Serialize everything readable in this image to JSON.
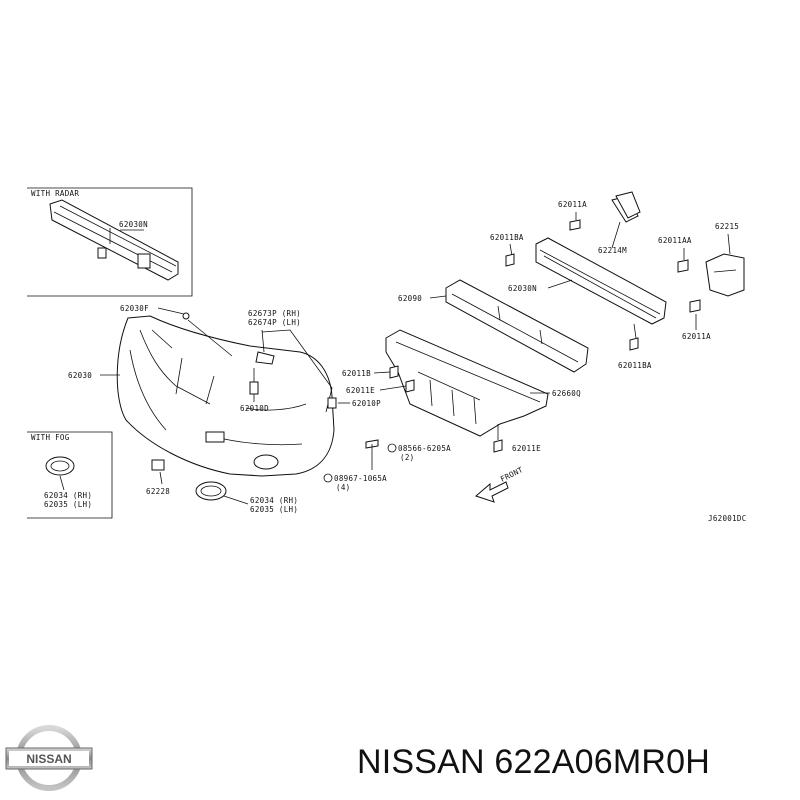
{
  "diagram": {
    "boxes": {
      "with_radar": "WITH RADAR",
      "with_fog": "WITH FOG"
    },
    "labels": {
      "p62030N_inset": "62030N",
      "p62030F": "62030F",
      "p62673P": "62673P (RH)",
      "p62674P": "62674P (LH)",
      "p62030": "62030",
      "p62010D": "62010D",
      "p62010P": "62010P",
      "p62228": "62228",
      "p62034_fog": "62034 (RH)",
      "p62035_fog": "62035 (LH)",
      "p62034": "62034 (RH)",
      "p62035": "62035 (LH)",
      "p08566": "08566-6205A",
      "p08566_qty": "(2)",
      "p08967": "08967-1065A",
      "p08967_qty": "(4)",
      "p62090": "62090",
      "p62011B": "62011B",
      "p62011E_left": "62011E",
      "p62660Q": "62660Q",
      "p62011E_right": "62011E",
      "p62011A_top": "62011A",
      "p62011BA_top": "62011BA",
      "p62214M": "62214M",
      "p62030N": "62030N",
      "p62011AA": "62011AA",
      "p62215": "62215",
      "p62011A_right": "62011A",
      "p62011BA_bottom": "62011BA",
      "front": "FRONT",
      "diagram_code": "J62001DC"
    }
  },
  "brand": {
    "logo_text": "NISSAN",
    "caption": "NISSAN 622A06MR0H"
  }
}
